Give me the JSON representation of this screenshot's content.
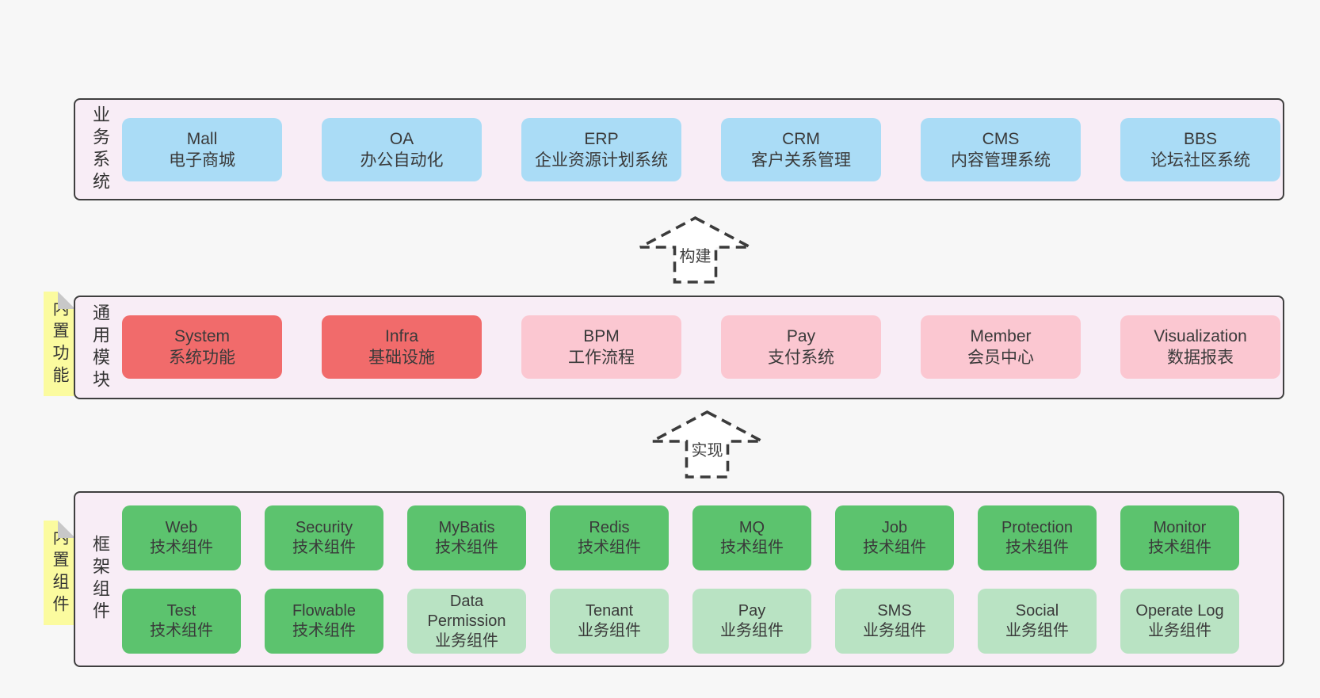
{
  "page": {
    "background": "#f7f7f7"
  },
  "colors": {
    "layer_background": "#f8edf6",
    "border": "#3f3f3f",
    "business_box": "#aadcf6",
    "core_module_box": "#f16b6b",
    "optional_module_box": "#fbc7d1",
    "tech_component_box": "#5cc36e",
    "biz_component_box": "#b9e3c3",
    "sticky_note": "#fbfb9f"
  },
  "arrows": {
    "build_label": "构建",
    "implement_label": "实现"
  },
  "layers": [
    {
      "id": "business",
      "label": "业务系统",
      "rows": [
        {
          "boxes": [
            {
              "title": "Mall",
              "subtitle": "电子商城"
            },
            {
              "title": "OA",
              "subtitle": "办公自动化"
            },
            {
              "title": "ERP",
              "subtitle": "企业资源计划系统"
            },
            {
              "title": "CRM",
              "subtitle": "客户关系管理"
            },
            {
              "title": "CMS",
              "subtitle": "内容管理系统"
            },
            {
              "title": "BBS",
              "subtitle": "论坛社区系统"
            }
          ]
        }
      ]
    },
    {
      "id": "common",
      "label": "通用模块",
      "note": "内置功能",
      "rows": [
        {
          "boxes": [
            {
              "title": "System",
              "subtitle": "系统功能"
            },
            {
              "title": "Infra",
              "subtitle": "基础设施"
            },
            {
              "title": "BPM",
              "subtitle": "工作流程"
            },
            {
              "title": "Pay",
              "subtitle": "支付系统"
            },
            {
              "title": "Member",
              "subtitle": "会员中心"
            },
            {
              "title": "Visualization",
              "subtitle": "数据报表"
            }
          ]
        }
      ]
    },
    {
      "id": "framework",
      "label": "框架组件",
      "note": "内置组件",
      "rows": [
        {
          "boxes": [
            {
              "title": "Web",
              "subtitle": "技术组件"
            },
            {
              "title": "Security",
              "subtitle": "技术组件"
            },
            {
              "title": "MyBatis",
              "subtitle": "技术组件"
            },
            {
              "title": "Redis",
              "subtitle": "技术组件"
            },
            {
              "title": "MQ",
              "subtitle": "技术组件"
            },
            {
              "title": "Job",
              "subtitle": "技术组件"
            },
            {
              "title": "Protection",
              "subtitle": "技术组件"
            },
            {
              "title": "Monitor",
              "subtitle": "技术组件"
            }
          ]
        },
        {
          "boxes": [
            {
              "title": "Test",
              "subtitle": "技术组件"
            },
            {
              "title": "Flowable",
              "subtitle": "技术组件"
            },
            {
              "title": "Data Permission",
              "subtitle": "业务组件"
            },
            {
              "title": "Tenant",
              "subtitle": "业务组件"
            },
            {
              "title": "Pay",
              "subtitle": "业务组件"
            },
            {
              "title": "SMS",
              "subtitle": "业务组件"
            },
            {
              "title": "Social",
              "subtitle": "业务组件"
            },
            {
              "title": "Operate Log",
              "subtitle": "业务组件"
            }
          ]
        }
      ]
    }
  ]
}
